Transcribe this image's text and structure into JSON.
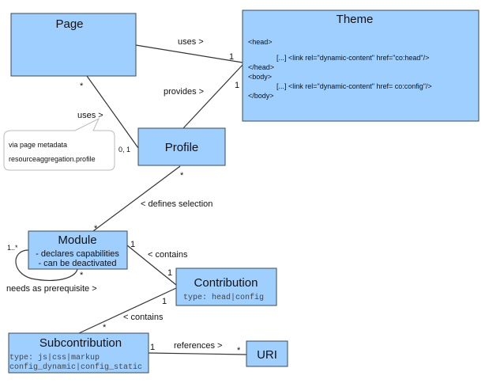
{
  "classes": {
    "page": {
      "name": "Page"
    },
    "theme": {
      "name": "Theme",
      "lines": [
        "<head>",
        "[...] <link rel=\"dynamic-content\" href=\"co:head\"/>",
        "</head>",
        "<body>",
        "[...] <link rel=\"dynamic-content\" href= co:config\"/>",
        "</body>"
      ]
    },
    "profile": {
      "name": "Profile"
    },
    "module": {
      "name": "Module",
      "lines": [
        "- declares capabilities",
        "- can be deactivated"
      ]
    },
    "contribution": {
      "name": "Contribution",
      "lines": [
        "type: head|config"
      ]
    },
    "subcontribution": {
      "name": "Subcontribution",
      "lines": [
        "type: js|css|markup",
        "config_dynamic|config_static"
      ]
    },
    "uri": {
      "name": "URI"
    }
  },
  "associations": {
    "page_theme": {
      "label": "uses >",
      "mult_end": "1"
    },
    "profile_theme": {
      "label": "provides >",
      "mult_end": "1"
    },
    "page_profile": {
      "label": "uses >",
      "mult_start": "*",
      "mult_end": "0, 1"
    },
    "profile_module": {
      "label": "< defines selection",
      "mult_start": "*",
      "mult_end": "*"
    },
    "module_self": {
      "label": "needs as prerequisite >",
      "mult_start": "1..*",
      "mult_end": "*"
    },
    "module_contribution": {
      "label": "< contains",
      "mult_start": "1",
      "mult_end": "1"
    },
    "contribution_subcontribution": {
      "label": "< contains",
      "mult_start": "1",
      "mult_end": "*"
    },
    "subcontribution_uri": {
      "label": "references >",
      "mult_start": "1",
      "mult_end": "*"
    }
  },
  "note": {
    "lines": [
      "via page metadata",
      "resourceaggregation.profile"
    ]
  },
  "colors": {
    "box_fill": "#9fcfff",
    "line": "#333333"
  }
}
